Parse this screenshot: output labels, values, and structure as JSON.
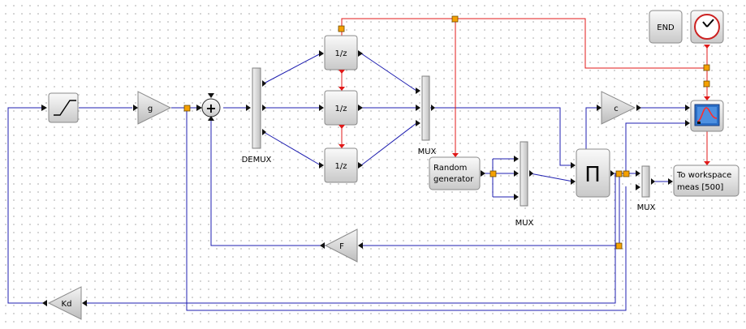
{
  "blocks": {
    "ramp": {
      "icon": "ramp-icon"
    },
    "gain_g": {
      "label": "g"
    },
    "sum": {
      "symbol": "+",
      "input_signs": [
        "+",
        "+"
      ]
    },
    "demux": {
      "label": "DEMUX"
    },
    "delay_top": {
      "label": "1/z"
    },
    "delay_mid": {
      "label": "1/z"
    },
    "delay_bot": {
      "label": "1/z"
    },
    "mux1": {
      "label": "MUX"
    },
    "random": {
      "line1": "Random",
      "line2": "generator"
    },
    "mux2": {
      "label": "MUX"
    },
    "product": {
      "label": "Π"
    },
    "gain_c": {
      "label": "c"
    },
    "mux3": {
      "label": "MUX"
    },
    "workspace": {
      "line1": "To workspace",
      "line2": "meas [500]"
    },
    "end": {
      "label": "END"
    },
    "clock": {
      "icon": "clock-icon"
    },
    "scope": {
      "icon": "scope-icon"
    },
    "gain_F": {
      "label": "F"
    },
    "gain_Kd": {
      "label": "Kd"
    }
  },
  "colors": {
    "data_link": "#1f1fb0",
    "activation_link": "#e01818",
    "split_point": "#f5a100"
  }
}
